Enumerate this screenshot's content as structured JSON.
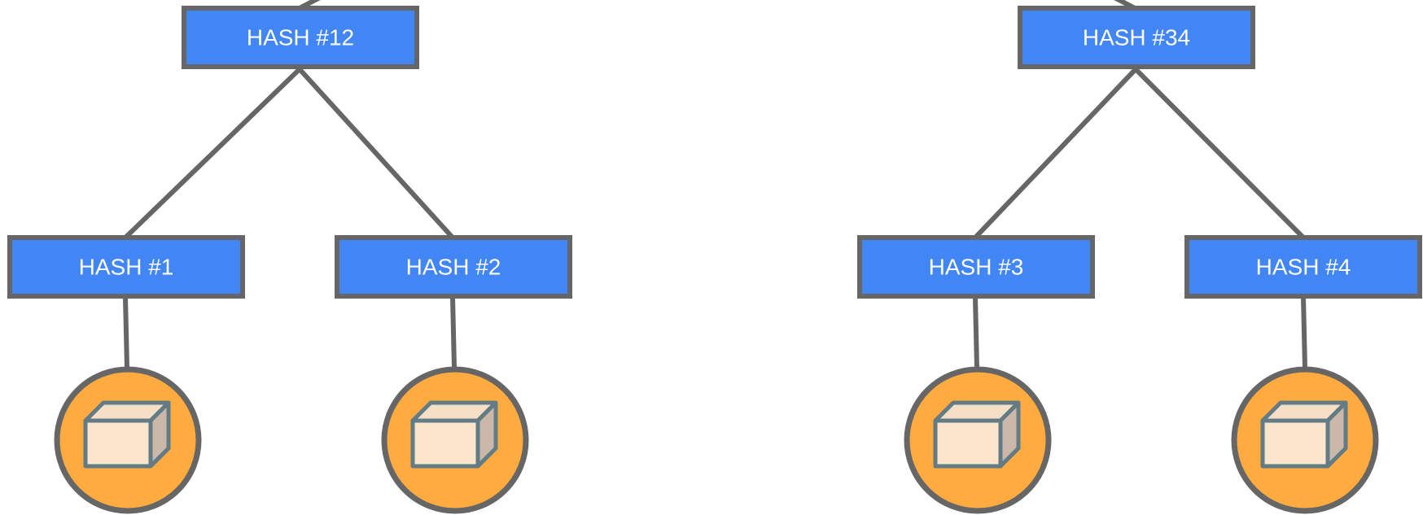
{
  "colors": {
    "hash_fill": "#4285F4",
    "hash_text": "#FFFFFF",
    "border": "#666666",
    "block_fill": "#FFAB40",
    "cube_front": "#FBE5CC",
    "cube_top": "#F5DFC6",
    "cube_side": "#CBB8A8",
    "cube_outline": "#637B84"
  },
  "hash_nodes": {
    "hash12": "HASH #12",
    "hash34": "HASH #34",
    "hash1": "HASH #1",
    "hash2": "HASH #2",
    "hash3": "HASH #3",
    "hash4": "HASH #4"
  },
  "block_icon": "cube-icon"
}
